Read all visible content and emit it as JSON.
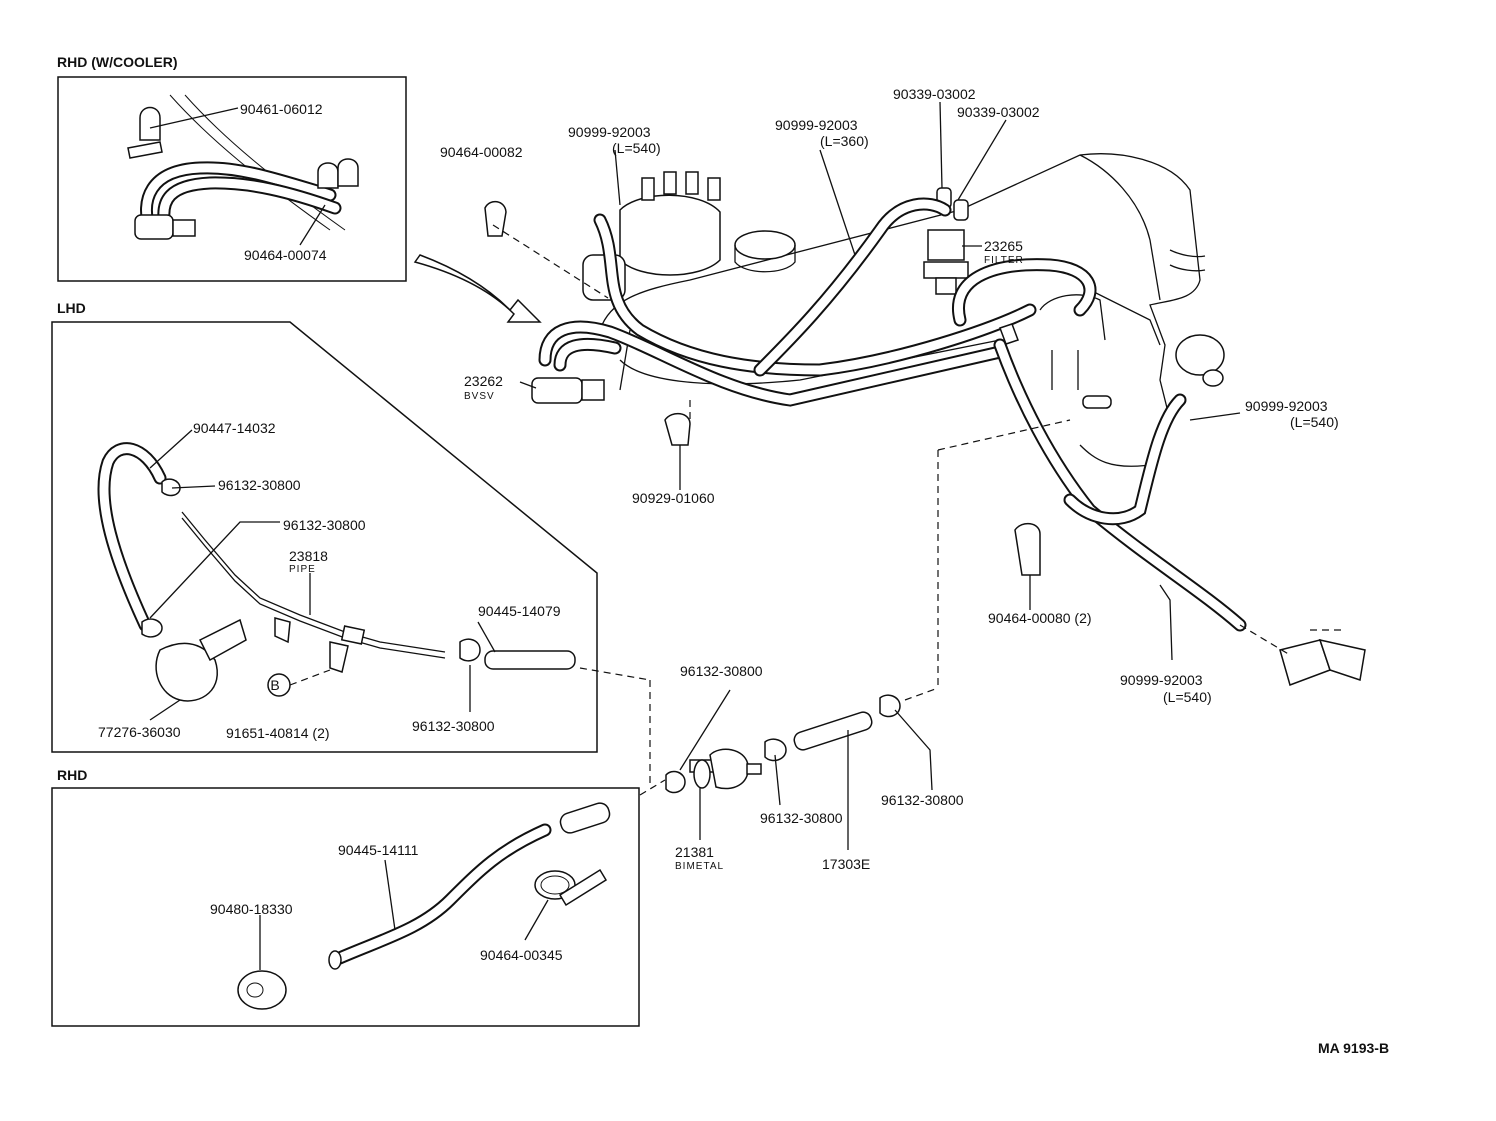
{
  "sections": {
    "rhd_cooler": "RHD (W/COOLER)",
    "lhd": "LHD",
    "rhd": "RHD"
  },
  "labels": {
    "p90461_06012": "90461-06012",
    "p90464_00074": "90464-00074",
    "p90447_14032": "90447-14032",
    "p96132_30800_a": "96132-30800",
    "p96132_30800_b": "96132-30800",
    "p23818": "23818",
    "pipe": "PIPE",
    "p90445_14079": "90445-14079",
    "p77276_36030": "77276-36030",
    "p91651_40814": "91651-40814 (2)",
    "b_marker": "B",
    "p96132_30800_c": "96132-30800",
    "p90445_14111": "90445-14111",
    "p90480_18330": "90480-18330",
    "p90464_00345": "90464-00345",
    "p90464_00082": "90464-00082",
    "p90999_92003_a": "90999-92003",
    "l540_a": "(L=540)",
    "p90999_92003_b": "90999-92003",
    "l360": "(L=360)",
    "p90339_03002_a": "90339-03002",
    "p90339_03002_b": "90339-03002",
    "p23265": "23265",
    "filter": "FILTER",
    "p23262": "23262",
    "bvsv": "BVSV",
    "p90929_01060": "90929-01060",
    "p90999_92003_c": "90999-92003",
    "l540_c": "(L=540)",
    "p90464_00080": "90464-00080 (2)",
    "p90999_92003_d": "90999-92003",
    "l540_d": "(L=540)",
    "p96132_30800_d": "96132-30800",
    "p96132_30800_e": "96132-30800",
    "p96132_30800_f": "96132-30800",
    "p21381": "21381",
    "bimetal": "BIMETAL",
    "p17303e": "17303E",
    "ref": "MA 9193-B"
  }
}
